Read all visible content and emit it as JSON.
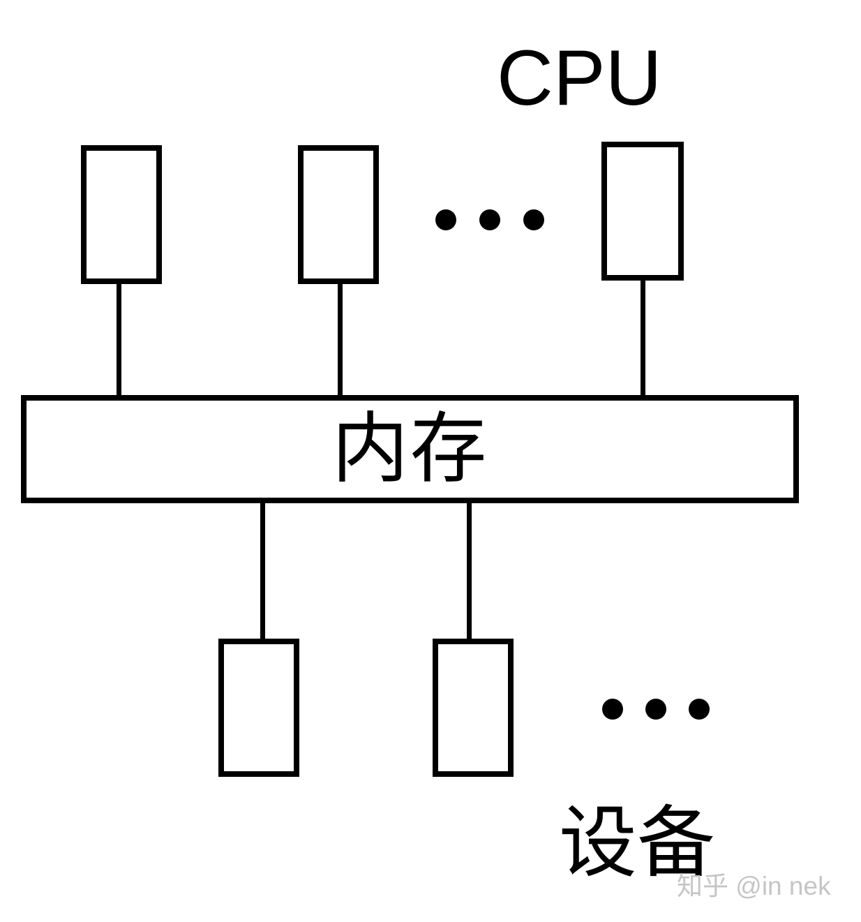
{
  "diagram": {
    "type": "multiprocessor-architecture-diagram",
    "labels": {
      "cpu": "CPU",
      "memory": "内存",
      "devices": "设备"
    },
    "nodes": {
      "cpu_boxes_shown": 3,
      "device_boxes_shown": 2,
      "cpu_row_has_ellipsis": true,
      "device_row_has_ellipsis": true
    },
    "watermark": "知乎 @in nek"
  },
  "colors": {
    "stroke": "#000000",
    "background": "#ffffff",
    "watermark": "#c5c5c5"
  }
}
